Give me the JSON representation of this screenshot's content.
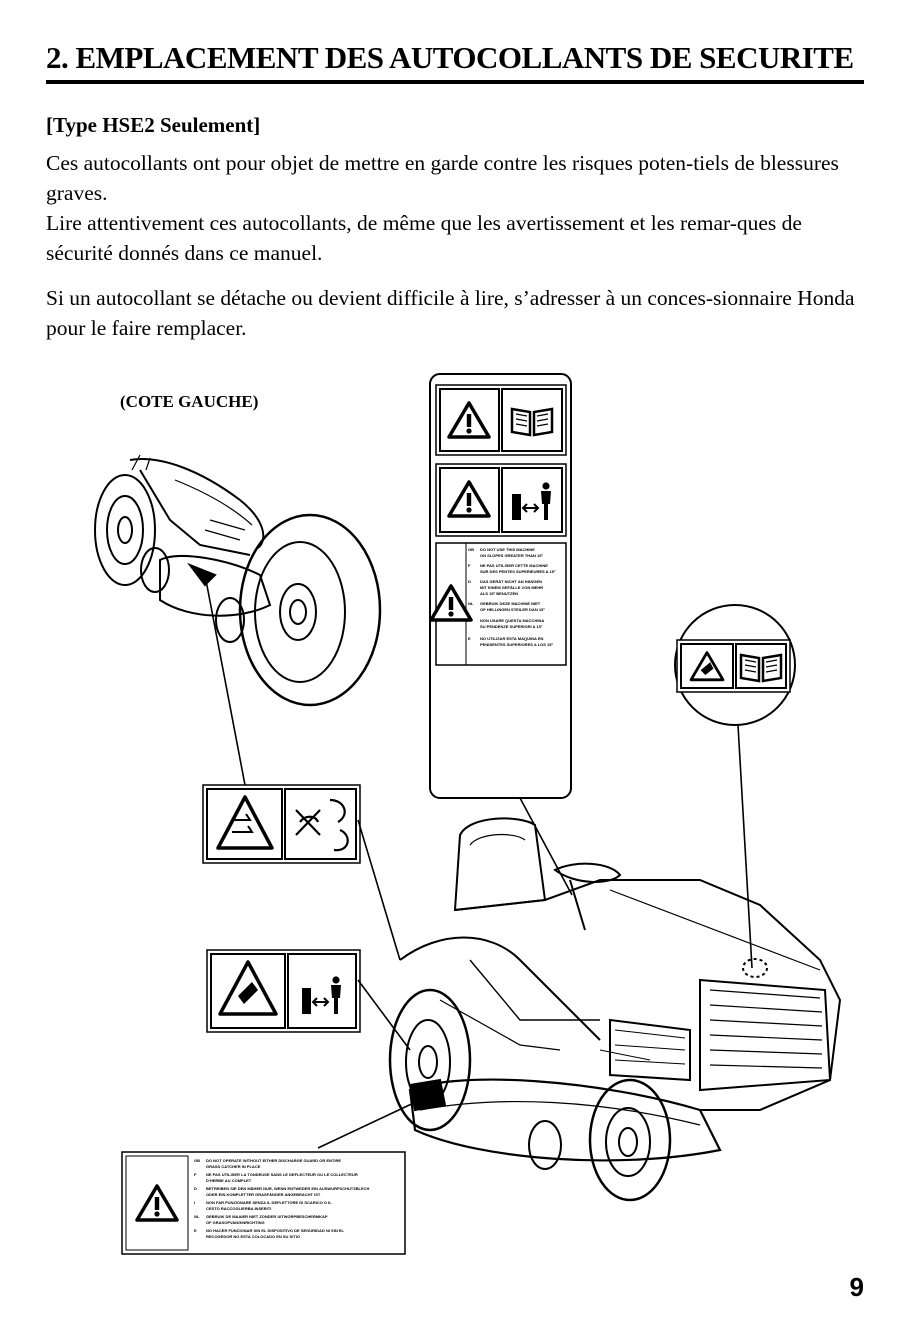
{
  "title": "2. EMPLACEMENT DES AUTOCOLLANTS DE SECURITE",
  "subtitle": "[Type HSE2 Seulement]",
  "paragraphs": {
    "p1": "Ces autocollants ont pour objet de mettre en garde contre les risques poten-tiels de blessures graves.",
    "p2": "Lire attentivement ces autocollants, de même que les avertissement et les remar-ques de sécurité donnés dans ce manuel.",
    "p3": "Si un autocollant se détache ou devient difficile à lire, s’adresser à un conces-sionnaire Honda pour le faire remplacer."
  },
  "side_label": "(COTE GAUCHE)",
  "page_number": "9",
  "slope_label": {
    "gb1": "DO NOT USE THIS MACHINE",
    "gb2": "ON SLOPES GREATER THAN 15°",
    "f1": "NE PAS UTILISER CETTE MACHINE",
    "f2": "SUR DES PENTES SUPERIEURES A 15°",
    "d1": "DAS GERÄT NICHT AN HÄNGEN",
    "d2": "MIT EINEM GEFÄLLE VON MEHR",
    "d3": "ALS 15° BENUTZEN",
    "nl1": "GEBRUIK DEZE MACHINE NIET",
    "nl2": "OP HELLINGEN STEILER DAN 15°",
    "i1": "NON USARE QUESTA MACCHINA",
    "i2": "SU PENDENZE SUPERIORI A 15°",
    "e1": "NO UTILIZAR ESTA MAQUINA EN",
    "e2": "PENDIENTES SUPERIORES A LOS 15°"
  },
  "bottom_label": {
    "l1": "DO NOT OPERATE WITHOUT EITHER DISCHARGE GUARD OR ENTIRE",
    "l2": "GRASS CATCHER IN PLACE",
    "l3": "NE PAS UTILISER LA TONDEUSE SANS LE DEFLECTEUR OU LE COLLECTEUR",
    "l4": "D'HERBE AU COMPLET",
    "l5": "BETREIBEN SIE DEN MÄHER NUR, WENN ENTWEDER EIN AUSWURFSCHUTZBLECH",
    "l6": "ODER EIN KOMPLETTER GRASFÄNGER ANGEBRACHT IST",
    "l7": "NON FAR FUNZIONARE SENZA IL DEFLETTORE DI SCARICO O IL",
    "l8": "CESTO RACCOGLIERBA INSERITI",
    "l9": "GEBRUIK DE MAAIER NIET ZONDER UITWORPBESCHERMKAP",
    "l10": "OF GRASOPVANGINRICHTING",
    "l11": "NO HACER FUNCIONAR SIN EL DISPOSITIVO DE SEGURIDAD NI SIN EL",
    "l12": "RECOGEDOR NO ESTA COLOCADO EN SU SITIO"
  },
  "lang_codes": {
    "gb": "GB",
    "f": "F",
    "d": "D",
    "nl": "NL",
    "i": "I",
    "e": "E"
  }
}
